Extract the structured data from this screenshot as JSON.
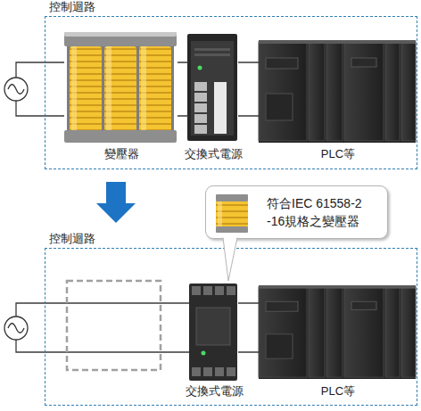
{
  "diagram": {
    "nodes": [
      {
        "text": [
          "控制迴路"
        ]
      },
      {
        "text": [
          "變壓器"
        ],
        "in": 0
      },
      {
        "text": [
          "交換式電源"
        ],
        "in": 0
      },
      {
        "text": [
          "PLC等"
        ],
        "in": 0
      },
      {
        "text": [
          "控制迴路"
        ]
      },
      {
        "text": [
          "交換式電源"
        ],
        "in": 4
      },
      {
        "text": [
          "PLC等"
        ],
        "in": 4
      },
      {
        "text": [
          "符合IEC 61558-2-16規格之變壓器"
        ]
      }
    ],
    "edges": [
      {
        "from": 1,
        "to": 2,
        "arrow": "none"
      },
      {
        "from": 2,
        "to": 3,
        "arrow": "none"
      },
      {
        "from": 5,
        "to": 6,
        "arrow": "none"
      },
      {
        "from": 0,
        "to": 4,
        "arrow": "to"
      },
      {
        "from": 7,
        "to": 5,
        "arrow": "none"
      }
    ]
  }
}
